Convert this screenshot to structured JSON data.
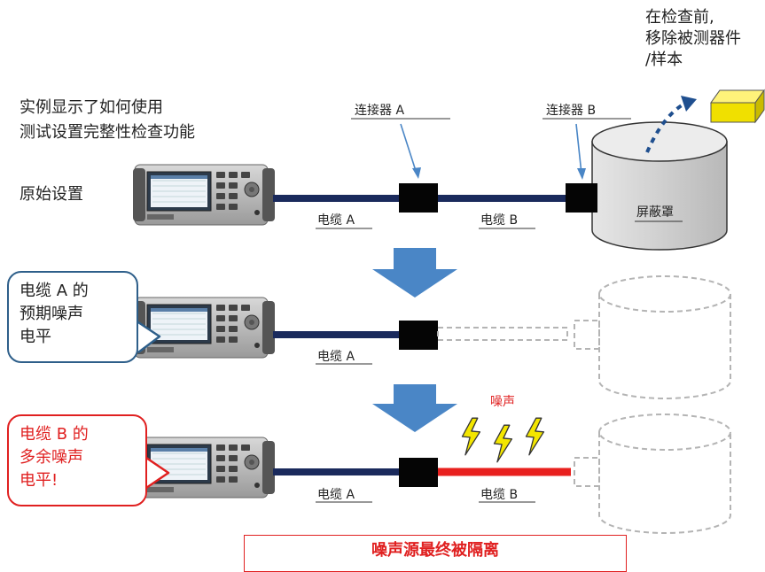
{
  "top_note": {
    "line1": "在检查前,",
    "line2": "移除被测器件",
    "line3": "/样本"
  },
  "intro": {
    "line1": "实例显示了如何使用",
    "line2": "测试设置完整性检查功能"
  },
  "labels": {
    "original_setup": "原始设置",
    "connector_a": "连接器 A",
    "connector_b": "连接器 B",
    "shield": "屏蔽罩",
    "cable_a": "电缆 A",
    "cable_b": "电缆 B",
    "noise": "噪声"
  },
  "bubble_blue": {
    "line1": "电缆 A 的",
    "line2": "预期噪声",
    "line3": "电平"
  },
  "bubble_red": {
    "line1": "电缆 B 的",
    "line2": "多余噪声",
    "line3": "电平!"
  },
  "conclusion": "噪声源最终被隔离",
  "colors": {
    "cable": "#1a2a5c",
    "noisy_cable": "#e8201e",
    "arrow": "#4a86c6",
    "dashed": "#b4b4b4",
    "red_text": "#e02020",
    "dut": "#f0e000"
  }
}
